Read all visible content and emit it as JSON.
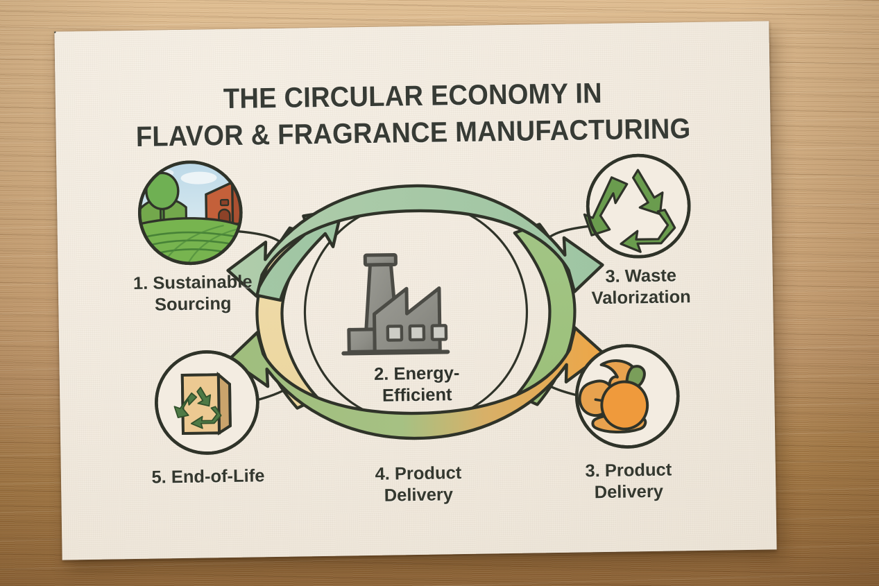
{
  "scene": {
    "background": "wooden-desk",
    "wood_color": "#cfa877",
    "card_color": "#f3ece1"
  },
  "poster": {
    "title_line1": "THE CIRCULAR ECONOMY IN",
    "title_line2": "FLAVOR & FRAGRANCE MANUFACTURING",
    "title_color": "#373b35"
  },
  "diagram": {
    "type": "circular-cycle",
    "outline_color": "#2f3329",
    "center": {
      "label": "2. Energy-\nEfficient",
      "icon": "factory-icon",
      "icon_color": "#8d8d86"
    },
    "nodes": [
      {
        "id": "sustainable-sourcing",
        "label": "1. Sustainable\nSourcing",
        "icon": "farm-field-icon",
        "position": "top-left",
        "colors": {
          "field": "#7ab04f",
          "sky": "#bcd9e8",
          "barn": "#c4603a",
          "tree": "#5fa04a"
        }
      },
      {
        "id": "waste-valorization",
        "label": "3. Waste\nValorization",
        "icon": "recycle-icon",
        "position": "top-right",
        "colors": {
          "symbol": "#5d9447"
        }
      },
      {
        "id": "end-of-life",
        "label": "5. End-of-Life",
        "icon": "recycled-box-icon",
        "position": "bottom-left",
        "colors": {
          "box": "#e6c38c",
          "side": "#c9a36a",
          "symbol": "#4e7a46"
        }
      },
      {
        "id": "product-delivery-bottom-right",
        "label": "3. Product\nDelivery",
        "icon": "citrus-peel-icon",
        "position": "bottom-right",
        "colors": {
          "fruit": "#eb9a3c",
          "peel": "#e0a44e",
          "leaf": "#6f9a52"
        }
      },
      {
        "id": "product-delivery-bottom-center",
        "label": "4. Product\nDelivery",
        "icon": null,
        "position": "bottom-center",
        "colors": {}
      }
    ],
    "arrows": [
      {
        "id": "arrow-top",
        "from": "left",
        "to": "right",
        "color_start": "#a9c9a6",
        "color_end": "#9cc3a0",
        "double_headed": true
      },
      {
        "id": "arrow-right",
        "from": "top",
        "to": "bottom",
        "color_start": "#9cc07a",
        "color_end": "#9cc07a",
        "double_headed": false
      },
      {
        "id": "arrow-bottom",
        "from": "right",
        "to": "left",
        "color_start": "#9dbd7c",
        "color_end": "#eda647",
        "double_headed": true
      },
      {
        "id": "arrow-left",
        "from": "bottom",
        "to": "top",
        "color_start": "#eed9a4",
        "color_end": "#e8cf96",
        "double_headed": false
      }
    ]
  }
}
